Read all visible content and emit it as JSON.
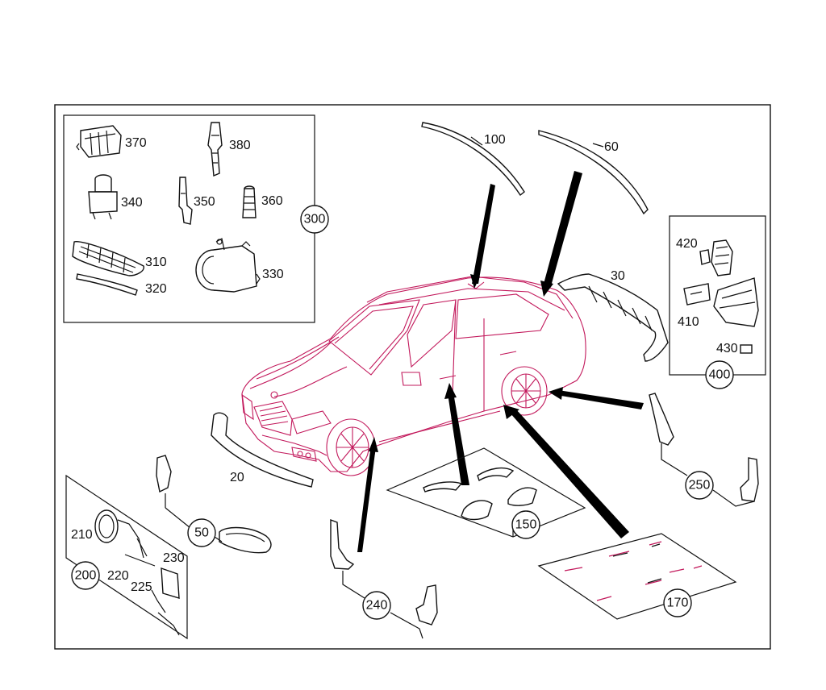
{
  "labels": {
    "p100": "100",
    "p60": "60",
    "p30": "30",
    "p20": "20",
    "p370": "370",
    "p380": "380",
    "p340": "340",
    "p350": "350",
    "p360": "360",
    "p310": "310",
    "p320": "320",
    "p330": "330",
    "p420": "420",
    "p410": "410",
    "p430": "430",
    "p210": "210",
    "p220": "220",
    "p225": "225",
    "p230": "230"
  },
  "badges": {
    "b300": "300",
    "b400": "400",
    "b250": "250",
    "b50": "50",
    "b150": "150",
    "b200": "200",
    "b240": "240",
    "b170": "170"
  },
  "colors": {
    "outline": "#111111",
    "car": "#c2185b",
    "background": "#ffffff"
  }
}
